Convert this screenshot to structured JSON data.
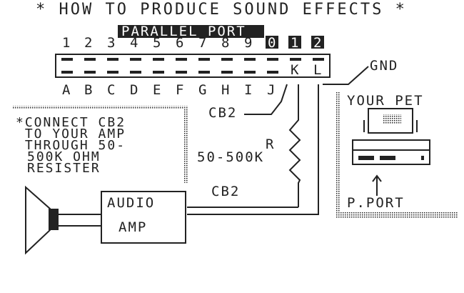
{
  "title": "* HOW TO PRODUCE SOUND EFFECTS *",
  "port_label": "PARALLEL PORT",
  "pin_numbers_top": [
    "1",
    "2",
    "3",
    "4",
    "5",
    "6",
    "7",
    "8",
    "9",
    "0",
    "1",
    "2"
  ],
  "pin_letters_bottom": [
    "A",
    "B",
    "C",
    "D",
    "E",
    "F",
    "G",
    "H",
    "I",
    "J"
  ],
  "pin_k": "K",
  "pin_l": "L",
  "gnd_label": "GND",
  "cb2_top_label": "CB2",
  "resistor_letter": "R",
  "resistor_value": "50-500K",
  "cb2_bottom_label": "CB2",
  "instruction_lines": [
    "*CONNECT CB2",
    " TO YOUR AMP",
    " THROUGH 50-",
    "500K OHM",
    "RESISTER"
  ],
  "amp_lines": [
    "AUDIO",
    "AMP"
  ],
  "pet_label": "YOUR PET",
  "pet_port_label": "P.PORT"
}
